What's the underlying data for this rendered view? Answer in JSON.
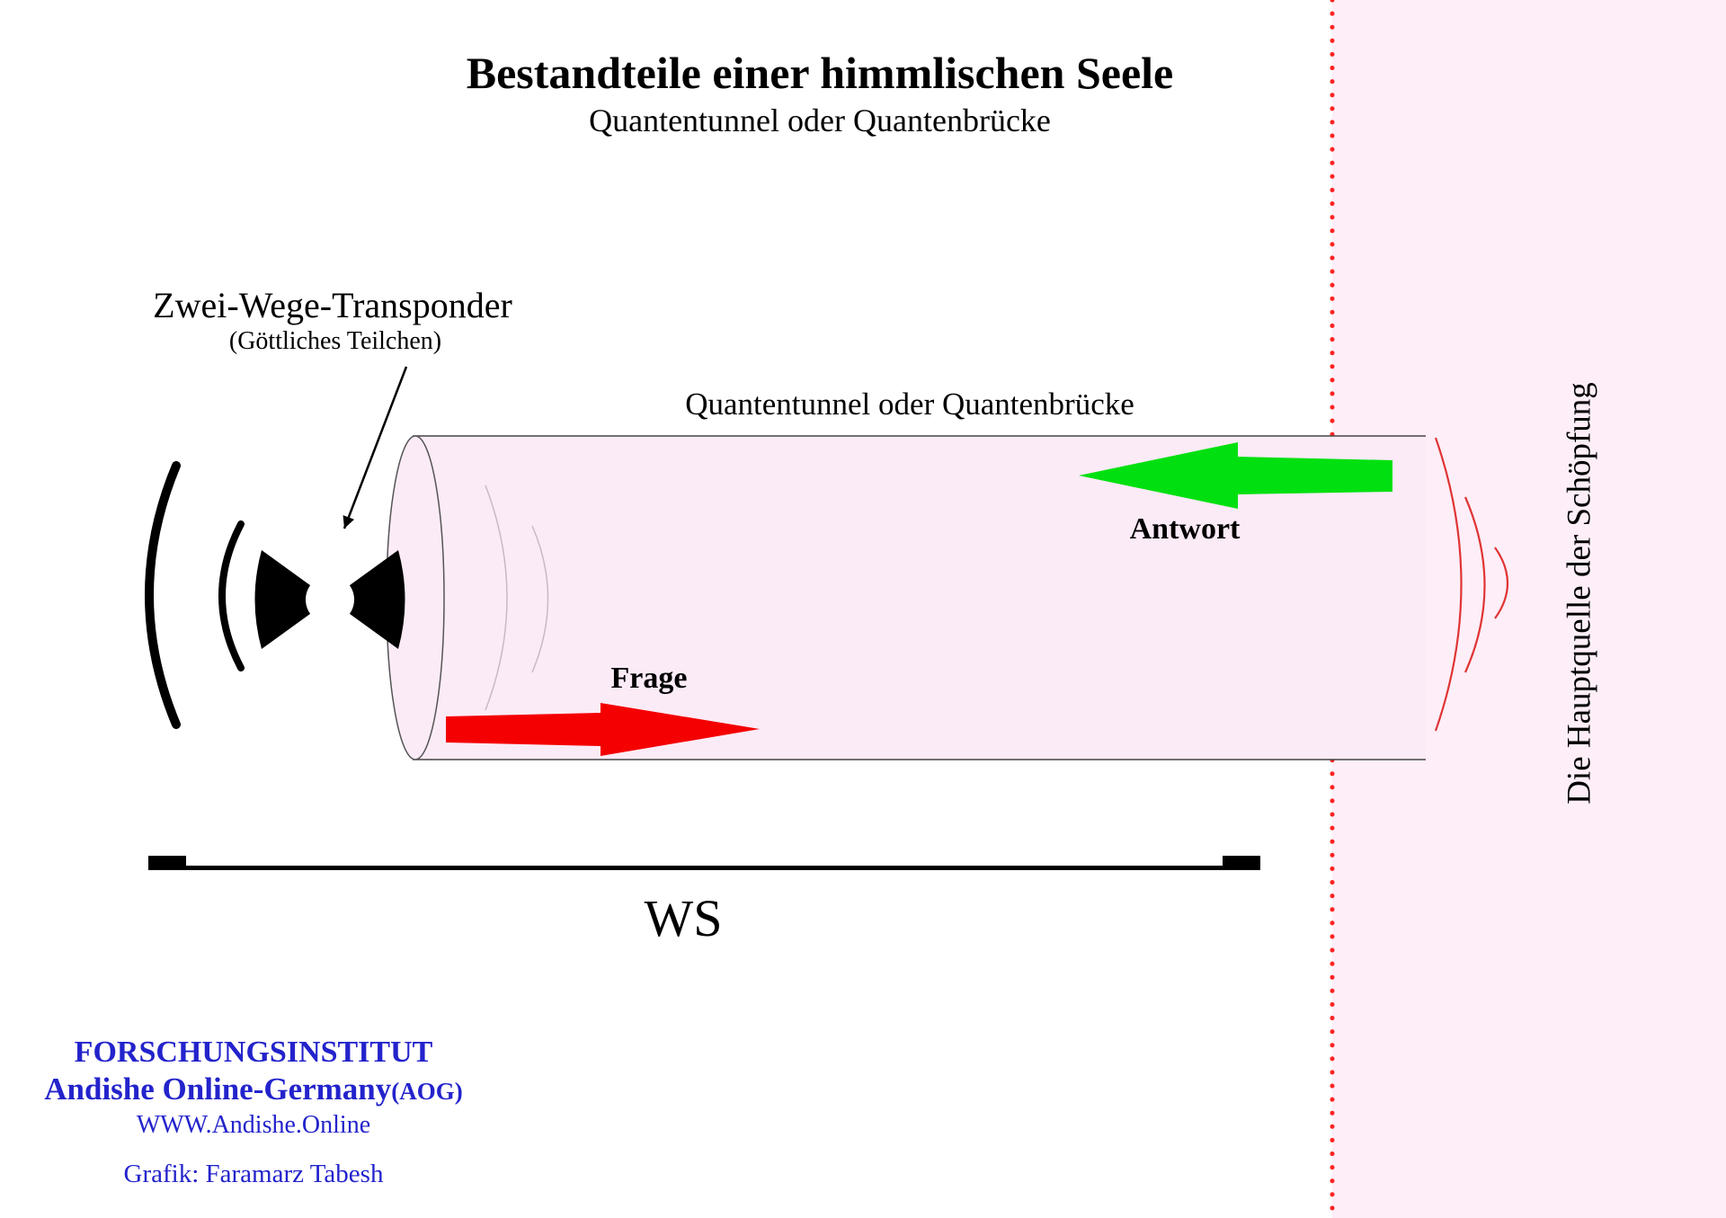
{
  "title": {
    "main": "Bestandteile einer himmlischen Seele",
    "subtitle": "Quantentunnel oder Quantenbrücke"
  },
  "transponder": {
    "label": "Zwei-Wege-Transponder",
    "sublabel": "(Göttliches Teilchen)"
  },
  "tunnel": {
    "label": "Quantentunnel oder Quantenbrücke"
  },
  "arrows": {
    "question_label": "Frage",
    "answer_label": "Antwort"
  },
  "source": {
    "label": "Die Hauptquelle der Schöpfung"
  },
  "scale": {
    "label": "WS"
  },
  "footer": {
    "institute": "FORSCHUNGSINSTITUT",
    "organization": "Andishe Online-Germany",
    "organization_suffix": "(AOG)",
    "website": "WWW.Andishe.Online",
    "credit": "Grafik: Faramarz Tabesh"
  },
  "colors": {
    "question_arrow": "#f40000",
    "answer_arrow": "#00e010",
    "divider": "#ff2222",
    "source_panel": "#fdeef8",
    "tunnel_fill": "#fbebf7",
    "wave_red": "#e03434",
    "footer_text": "#2323cc"
  }
}
